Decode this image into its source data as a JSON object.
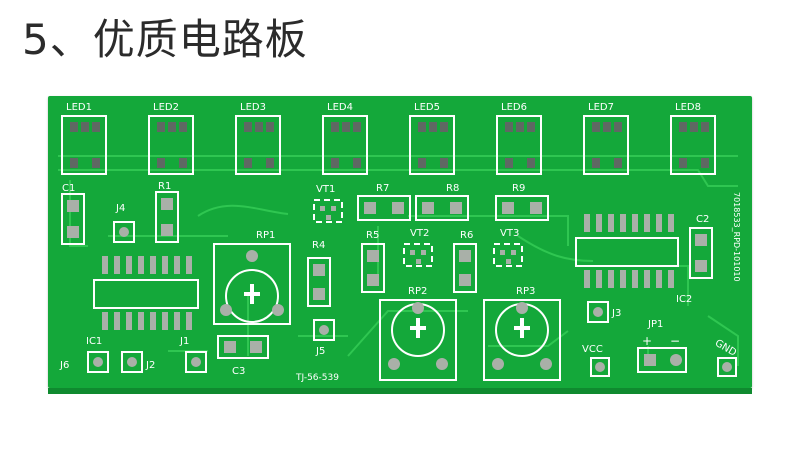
{
  "heading": "5、优质电路板",
  "board": {
    "leds": [
      "LED1",
      "LED2",
      "LED3",
      "LED4",
      "LED5",
      "LED6",
      "LED7",
      "LED8"
    ],
    "labels": {
      "c1": "C1",
      "r1": "R1",
      "j4": "J4",
      "rp1": "RP1",
      "vt1": "VT1",
      "r7": "R7",
      "r8": "R8",
      "r9": "R9",
      "r5": "R5",
      "vt2": "VT2",
      "r6": "R6",
      "vt3": "VT3",
      "r4": "R4",
      "c2": "C2",
      "ic2": "IC2",
      "rp2": "RP2",
      "rp3": "RP3",
      "j3": "J3",
      "jp1": "JP1",
      "j5": "J5",
      "c3": "C3",
      "ic1": "IC1",
      "j6": "J6",
      "j2": "J2",
      "j1": "J1",
      "vcc": "VCC",
      "gnd": "GND",
      "plus": "+",
      "minus": "−",
      "code": "TJ-56-539",
      "side_code": "7018533_RPD-101010"
    }
  },
  "colors": {
    "board_green": "#14a83a",
    "silkscreen": "#ffffff",
    "pad_copper": "#a9b0a8",
    "pad_dark": "#5f6863",
    "trace": "#2fc651"
  }
}
